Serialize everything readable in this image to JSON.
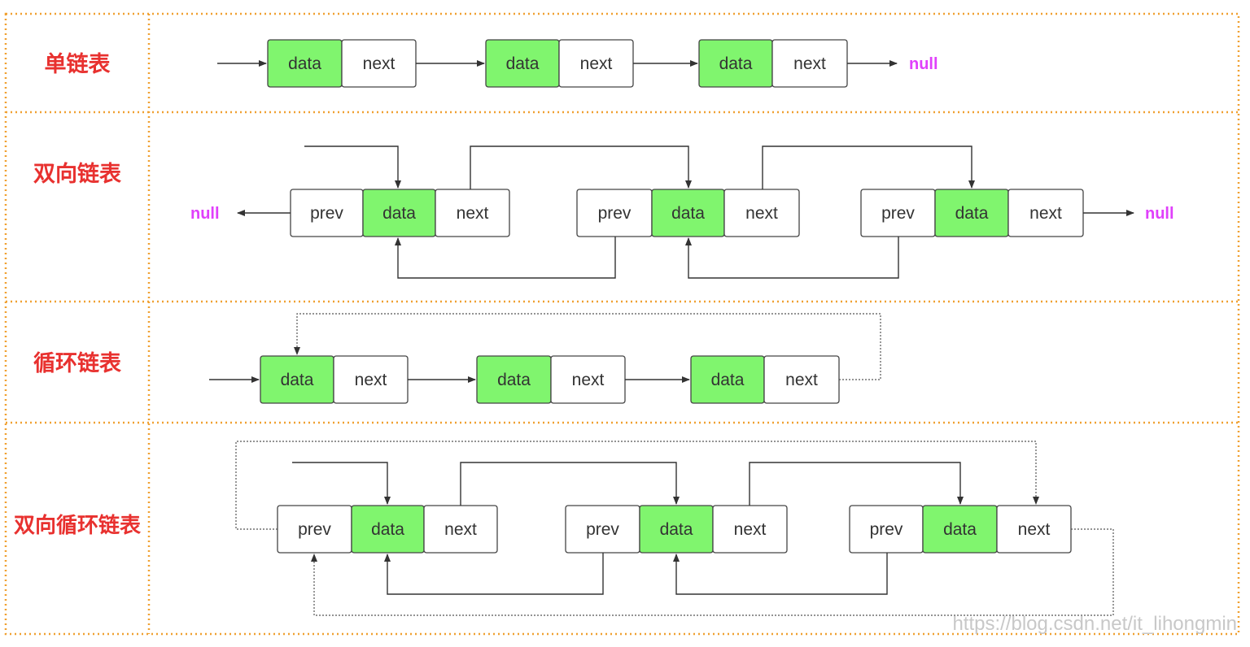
{
  "rows": [
    {
      "label": "单链表"
    },
    {
      "label": "双向链表"
    },
    {
      "label": "循环链表"
    },
    {
      "label": "双向循环链表"
    }
  ],
  "fields": {
    "prev": "prev",
    "data": "data",
    "next": "next"
  },
  "null_text": "null",
  "watermark": "https://blog.csdn.net/it_lihongmin",
  "colors": {
    "data_cell": "#80f56e",
    "label": "#e8312f",
    "null": "#e040fb",
    "frame": "#f0a030"
  }
}
